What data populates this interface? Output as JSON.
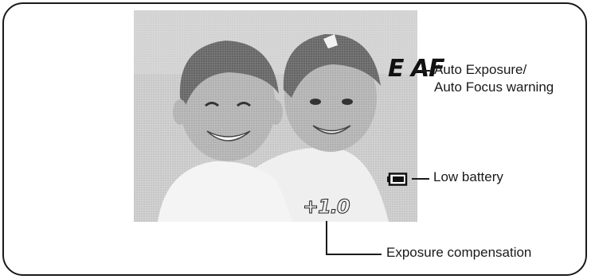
{
  "preview": {
    "ae_af_indicator": "E AF",
    "exposure_value": "+1.0",
    "battery_icon": "low-battery-icon"
  },
  "callouts": {
    "ae_af_line1": "Auto Exposure/",
    "ae_af_line2": "Auto Focus warning",
    "low_battery": "Low battery",
    "exposure": "Exposure compensation"
  }
}
